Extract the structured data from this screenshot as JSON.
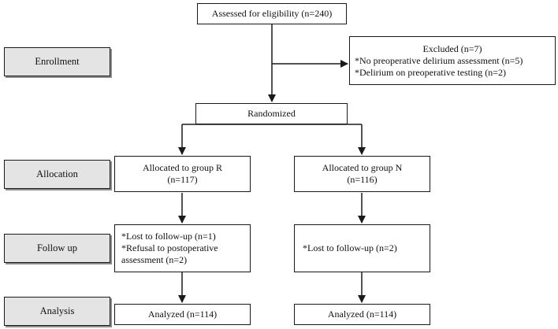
{
  "stages": {
    "enrollment": "Enrollment",
    "allocation": "Allocation",
    "follow_up": "Follow up",
    "analysis": "Analysis"
  },
  "assessed": "Assessed for eligibility (n=240)",
  "excluded": {
    "title": "Excluded (n=7)",
    "lines": [
      "*No preoperative delirium assessment (n=5)",
      "*Delirium on preoperative testing (n=2)"
    ]
  },
  "randomized": "Randomized",
  "group_r": {
    "allocated_line1": "Allocated to group R",
    "allocated_line2": "(n=117)",
    "followup_lines": [
      "*Lost to follow-up (n=1)",
      "*Refusal to postoperative",
      "assessment (n=2)"
    ],
    "analyzed": "Analyzed (n=114)"
  },
  "group_n": {
    "allocated_line1": "Allocated to group N",
    "allocated_line2": "(n=116)",
    "followup_line": "*Lost to follow-up (n=2)",
    "analyzed": "Analyzed (n=114)"
  }
}
